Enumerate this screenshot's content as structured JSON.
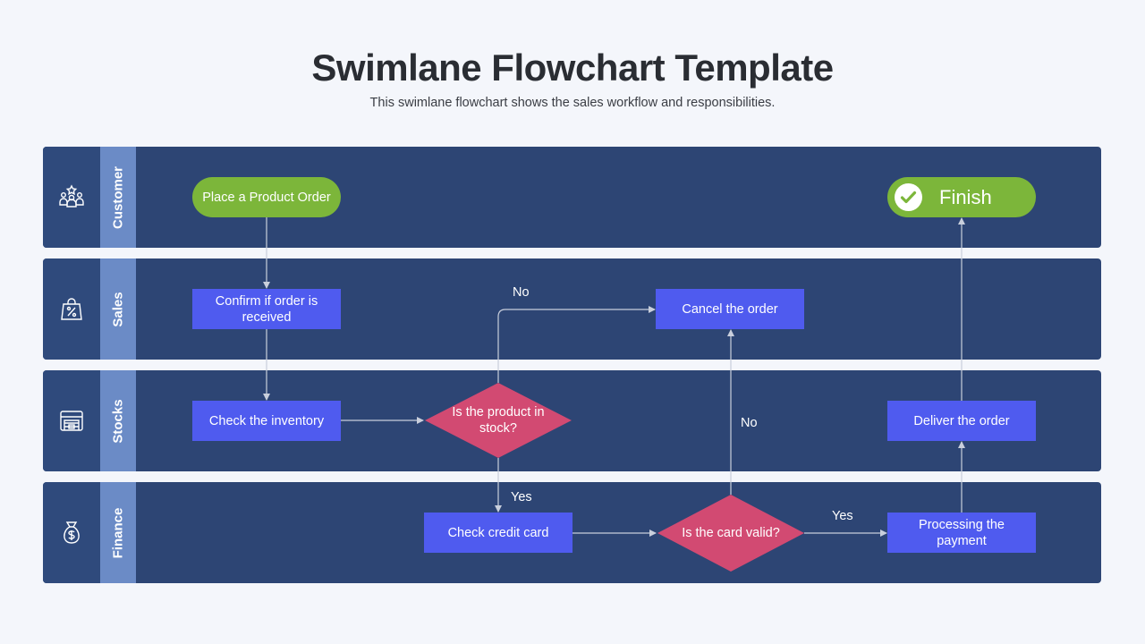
{
  "header": {
    "title": "Swimlane Flowchart Template",
    "subtitle": "This swimlane flowchart shows the sales workflow and responsibilities."
  },
  "lanes": [
    {
      "label": "Customer",
      "icon": "people-icon"
    },
    {
      "label": "Sales",
      "icon": "shopping-bag-percent-icon"
    },
    {
      "label": "Stocks",
      "icon": "warehouse-icon"
    },
    {
      "label": "Finance",
      "icon": "money-bag-icon"
    }
  ],
  "nodes": {
    "place_order": "Place a Product Order",
    "finish": "Finish",
    "confirm_order": "Confirm if order is received",
    "cancel_order": "Cancel the order",
    "check_inventory": "Check the inventory",
    "in_stock": "Is the product in stock?",
    "deliver_order": "Deliver the order",
    "check_card": "Check credit card",
    "card_valid": "Is the card valid?",
    "processing_payment": "Processing the payment"
  },
  "edge_labels": {
    "stock_no": "No",
    "stock_yes": "Yes",
    "card_no": "No",
    "card_yes": "Yes"
  },
  "colors": {
    "lane_bg": "#2d4574",
    "lane_label_bg": "#6b8bc6",
    "process_box": "#4f5bef",
    "terminal": "#7cb63a",
    "decision": "#d24a72",
    "connector": "#c9cfdc",
    "page_bg": "#f4f6fb"
  }
}
